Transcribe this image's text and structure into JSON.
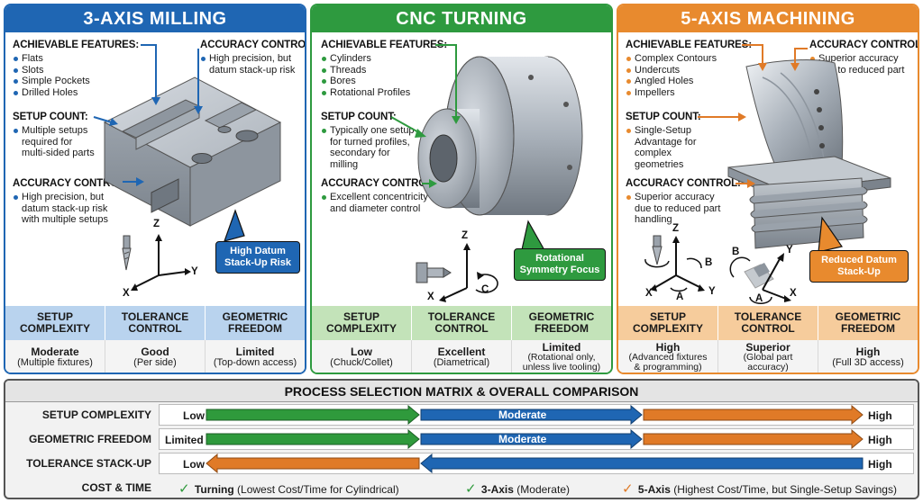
{
  "colors": {
    "blue": "#1f66b3",
    "green": "#2e9a3f",
    "orange": "#e88a2e",
    "blue_light": "#b9d3ee",
    "green_light": "#c3e3b9",
    "orange_light": "#f6cc9c",
    "val_bg": "#f4f4f4",
    "arrow_blue": "#1f66b3",
    "arrow_green": "#2f9a3c",
    "arrow_orange": "#e07a27"
  },
  "panels": [
    {
      "key": "milling",
      "title": "3-AXIS MILLING",
      "features_heading": "ACHIEVABLE FEATURES:",
      "features": [
        "Flats",
        "Slots",
        "Simple Pockets",
        "Drilled Holes"
      ],
      "accuracy_top_heading": "ACCURACY CONTROL",
      "accuracy_top": [
        "High precision, but",
        "datum stack-up risk"
      ],
      "setup_heading": "SETUP COUNT:",
      "setup": [
        "Multiple setups",
        "required for",
        "multi-sided parts"
      ],
      "accuracy_heading": "ACCURACY CONTROL:",
      "accuracy": [
        "High precision, but",
        "datum stack-up risk",
        "with multiple setups"
      ],
      "callout": [
        "High Datum",
        "Stack-Up Risk"
      ],
      "axes": {
        "z": "Z",
        "y": "Y",
        "x": "X"
      },
      "metrics_head": [
        [
          "SETUP",
          "COMPLEXITY"
        ],
        [
          "TOLERANCE",
          "CONTROL"
        ],
        [
          "GEOMETRIC",
          "FREEDOM"
        ]
      ],
      "metrics_val": [
        [
          "Moderate",
          "(Multiple fixtures)"
        ],
        [
          "Good",
          "(Per side)"
        ],
        [
          "Limited",
          "(Top-down access)"
        ]
      ]
    },
    {
      "key": "turning",
      "title": "CNC TURNING",
      "features_heading": "ACHIEVABLE FEATURES:",
      "features": [
        "Cylinders",
        "Threads",
        "Bores",
        "Rotational Profiles"
      ],
      "setup_heading": "SETUP COUNT:",
      "setup": [
        "Typically one setup",
        "for turned profiles,",
        "secondary for",
        "milling"
      ],
      "accuracy_heading": "ACCURACY CONTROL:",
      "accuracy": [
        "Excellent concentricity",
        "and diameter control"
      ],
      "callout": [
        "Rotational",
        "Symmetry Focus"
      ],
      "axes": {
        "z": "Z",
        "c": "C",
        "x": "X"
      },
      "metrics_head": [
        [
          "SETUP",
          "COMPLEXITY"
        ],
        [
          "TOLERANCE",
          "CONTROL"
        ],
        [
          "GEOMETRIC",
          "FREEDOM"
        ]
      ],
      "metrics_val": [
        [
          "Low",
          "(Chuck/Collet)"
        ],
        [
          "Excellent",
          "(Diametrical)"
        ],
        [
          "Limited",
          "(Rotational only,",
          "unless live tooling)"
        ]
      ]
    },
    {
      "key": "fiveaxis",
      "title": "5-AXIS MACHINING",
      "features_heading": "ACHIEVABLE FEATURES:",
      "features": [
        "Complex Contours",
        "Undercuts",
        "Angled Holes",
        "Impellers"
      ],
      "accuracy_top_heading": "ACCURACY CONTROL",
      "accuracy_top": [
        "Superior accuracy",
        "due to reduced part"
      ],
      "setup_heading": "SETUP COUNT:",
      "setup": [
        "Single-Setup",
        "Advantage for",
        "complex",
        "geometries"
      ],
      "accuracy_heading": "ACCURACY CONTROL:",
      "accuracy": [
        "Superior accuracy",
        "due to reduced part",
        "handling"
      ],
      "callout": [
        "Reduced Datum",
        "Stack-Up"
      ],
      "axes": {
        "z": "Z",
        "b": "B",
        "y": "Y",
        "a": "A",
        "x": "X"
      },
      "axes2": {
        "b": "B",
        "y": "Y",
        "a": "A",
        "x": "X"
      },
      "metrics_head": [
        [
          "SETUP",
          "COMPLEXITY"
        ],
        [
          "TOLERANCE",
          "CONTROL"
        ],
        [
          "GEOMETRIC",
          "FREEDOM"
        ]
      ],
      "metrics_val": [
        [
          "High",
          "(Advanced fixtures",
          "& programming)"
        ],
        [
          "Superior",
          "(Global part",
          "accuracy)"
        ],
        [
          "High",
          "(Full 3D access)"
        ]
      ]
    }
  ],
  "matrix": {
    "title": "PROCESS SELECTION MATRIX & OVERALL COMPARISON",
    "rows": [
      {
        "label": "SETUP COMPLEXITY",
        "left": "Low",
        "mid": "Moderate",
        "right": "High"
      },
      {
        "label": "GEOMETRIC FREEDOM",
        "left": "Limited",
        "mid": "Moderate",
        "right": "High"
      },
      {
        "label": "TOLERANCE STACK-UP",
        "left": "Low",
        "right": "High"
      }
    ],
    "cost": {
      "label": "COST & TIME",
      "items": [
        {
          "check": "✓",
          "name": "Turning",
          "note": "(Lowest Cost/Time for Cylindrical)"
        },
        {
          "check": "✓",
          "name": "3-Axis",
          "note": "(Moderate)"
        },
        {
          "check": "✓",
          "name": "5-Axis",
          "note": "(Highest Cost/Time, but Single-Setup Savings)"
        }
      ]
    }
  }
}
